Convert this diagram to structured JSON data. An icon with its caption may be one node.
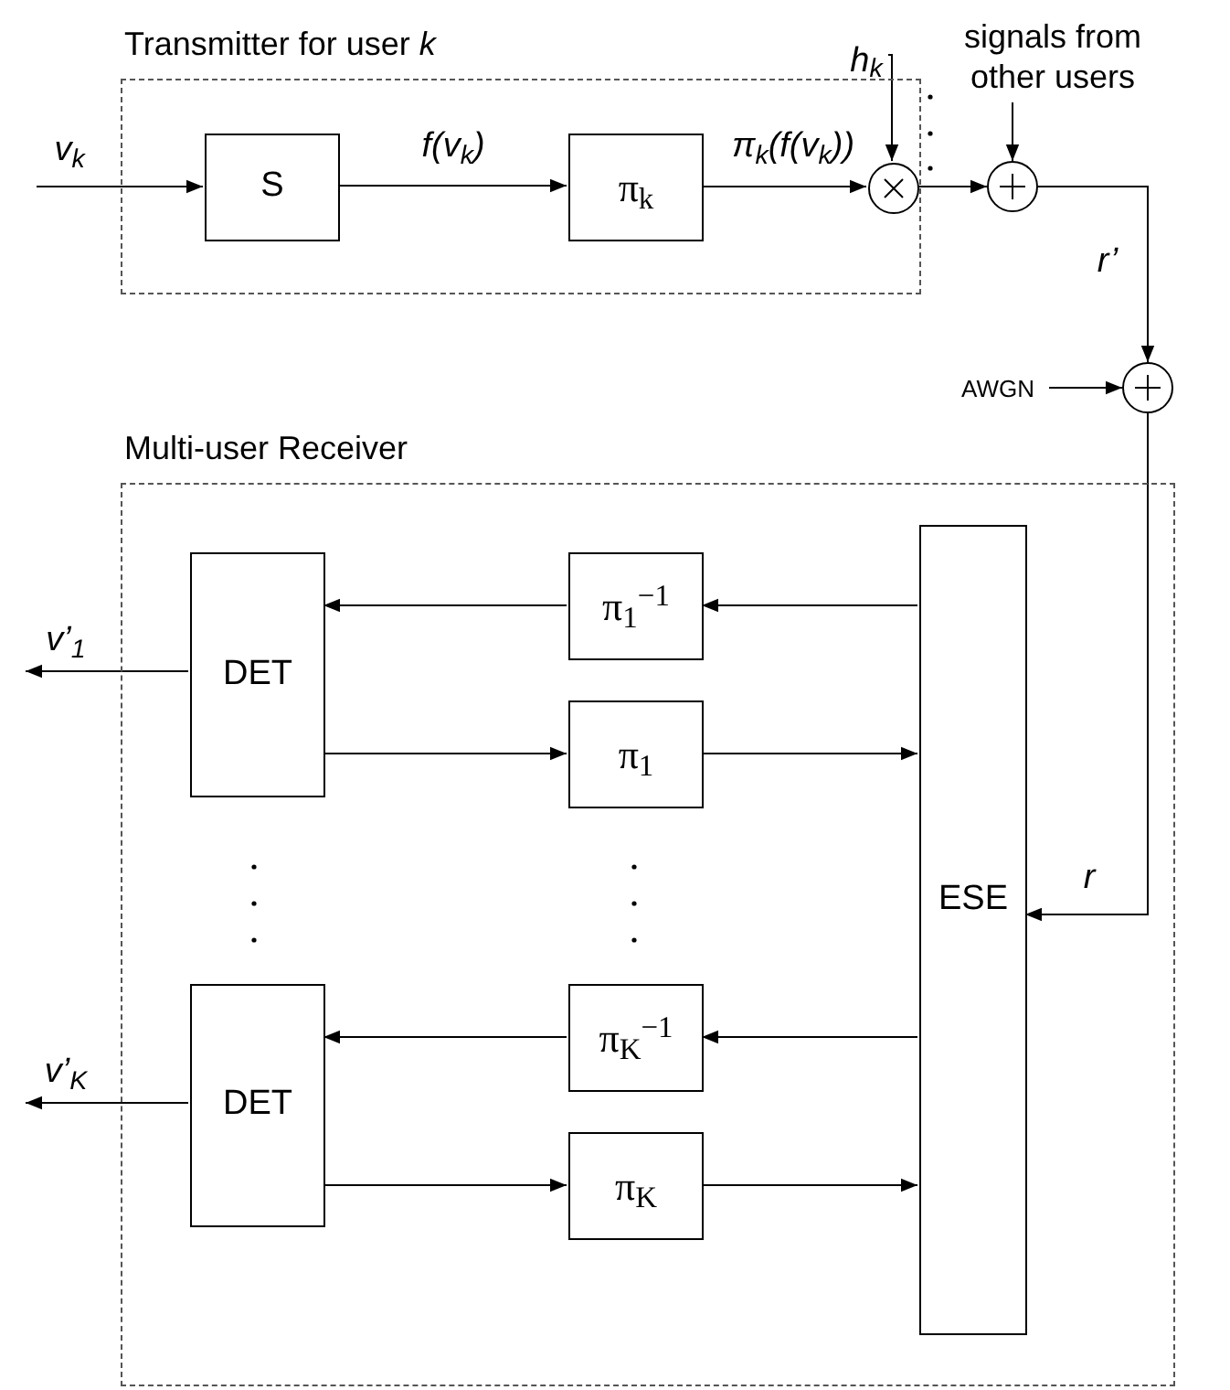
{
  "diagram": {
    "nodes": [
      {
        "text": [
          "Transmitter for user *k*"
        ]
      },
      {
        "text": [
          "S"
        ],
        "in": 0
      },
      {
        "text": [
          "π$_{k}$"
        ],
        "in": 0
      },
      {
        "text": [],
        "shape": "circle",
        "in": 0
      },
      {
        "text": [],
        "shape": "circle"
      },
      {
        "text": [],
        "shape": "circle"
      },
      {
        "text": [
          "*h*$_{k}$"
        ]
      },
      {
        "text": [
          "signals from other users"
        ]
      },
      {
        "text": [
          "AWGN"
        ]
      },
      {
        "text": [
          "Multi-user Receiver"
        ]
      },
      {
        "text": [
          "DET"
        ],
        "in": 9
      },
      {
        "text": [
          "π$_{1}$$^{−1}$"
        ],
        "in": 9
      },
      {
        "text": [
          "π$_{1}$"
        ],
        "in": 9
      },
      {
        "text": [
          "DET"
        ],
        "in": 9
      },
      {
        "text": [
          "π$_{K}$$^{−1}$"
        ],
        "in": 9
      },
      {
        "text": [
          "π$_{K}$"
        ],
        "in": 9
      },
      {
        "text": [
          "ESE"
        ],
        "in": 9
      }
    ],
    "edges": [
      {
        "from": null,
        "to": 1,
        "arrow": "to",
        "label": "v$_{k}$"
      },
      {
        "from": 1,
        "to": 2,
        "arrow": "to",
        "label": "f(v$_{k}$)"
      },
      {
        "from": 2,
        "to": 3,
        "arrow": "to",
        "label": "π$_{k}$(f(v$_{k}$))"
      },
      {
        "from": 6,
        "to": 3,
        "arrow": "to"
      },
      {
        "from": 3,
        "to": 4,
        "arrow": "to"
      },
      {
        "from": 7,
        "to": 4,
        "arrow": "to"
      },
      {
        "from": 4,
        "to": 5,
        "arrow": "to",
        "label": "r’"
      },
      {
        "from": 8,
        "to": 5,
        "arrow": "to"
      },
      {
        "from": 5,
        "to": 16,
        "arrow": "to",
        "label": "r"
      },
      {
        "from": 16,
        "to": 11,
        "arrow": "to"
      },
      {
        "from": 11,
        "to": 10,
        "arrow": "to"
      },
      {
        "from": 10,
        "to": null,
        "arrow": "to",
        "label": "v’$_{1}$"
      },
      {
        "from": 10,
        "to": 12,
        "arrow": "to"
      },
      {
        "from": 12,
        "to": 16,
        "arrow": "to"
      },
      {
        "from": 16,
        "to": 14,
        "arrow": "to"
      },
      {
        "from": 14,
        "to": 13,
        "arrow": "to"
      },
      {
        "from": 13,
        "to": null,
        "arrow": "to",
        "label": "v’$_{K}$"
      },
      {
        "from": 13,
        "to": 15,
        "arrow": "to"
      },
      {
        "from": 15,
        "to": 16,
        "arrow": "to"
      }
    ]
  }
}
